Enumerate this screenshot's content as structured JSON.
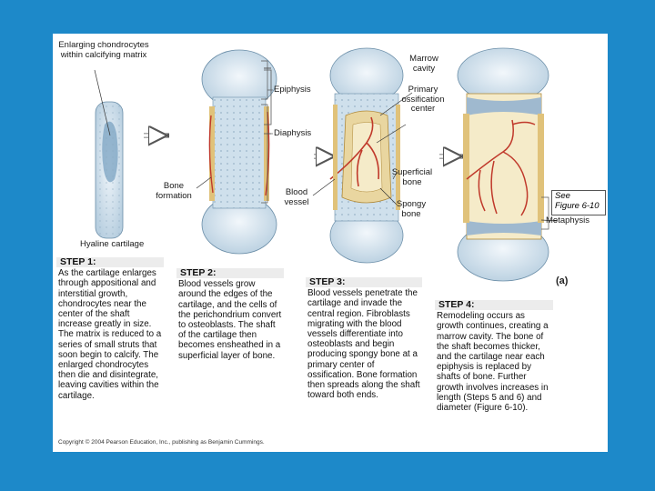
{
  "labels": {
    "enlarging": "Enlarging chondrocytes within calcifying matrix",
    "epiphysis": "Epiphysis",
    "diaphysis": "Diaphysis",
    "bone_formation": "Bone formation",
    "hyaline": "Hyaline cartilage",
    "marrow_cavity": "Marrow cavity",
    "primary_center": "Primary ossification center",
    "superficial_bone": "Superficial bone",
    "blood_vessel": "Blood vessel",
    "spongy_bone": "Spongy bone",
    "see": "See",
    "figure_ref": "Figure 6-10",
    "metaphysis": "Metaphysis",
    "panel": "(a)"
  },
  "steps": [
    {
      "title": "STEP 1:",
      "text": "As the cartilage enlarges through appositional and interstitial growth, chondrocytes near the center of the shaft increase greatly in size. The matrix is reduced to a series of small struts that soon begin to calcify. The enlarged chondrocytes then die and disintegrate, leaving cavities within the cartilage."
    },
    {
      "title": "STEP 2:",
      "text": "Blood vessels grow around the edges of the cartilage, and the cells of the perichondrium convert to osteoblasts. The shaft of the cartilage then becomes ensheathed in a superficial layer of bone."
    },
    {
      "title": "STEP 3:",
      "text": "Blood vessels penetrate the cartilage and invade the central region. Fibroblasts migrating with the blood vessels differentiate into osteoblasts and begin producing spongy bone at a primary center of ossification. Bone formation then spreads along the shaft toward both ends."
    },
    {
      "title": "STEP 4:",
      "text": "Remodeling occurs as growth continues, creating a marrow cavity. The bone of the shaft becomes thicker, and the cartilage near each epiphysis is replaced by shafts of bone. Further growth involves increases in length (Steps 5 and 6) and diameter (Figure 6-10)."
    }
  ],
  "copyright": "Copyright © 2004 Pearson Education, Inc., publishing as Benjamin Cummings.",
  "colors": {
    "background": "#1d89c9",
    "cartilage": "#c9dbe8",
    "bone": "#e9d6a0",
    "vessel": "#c0392b",
    "step_band": "#ececec"
  }
}
